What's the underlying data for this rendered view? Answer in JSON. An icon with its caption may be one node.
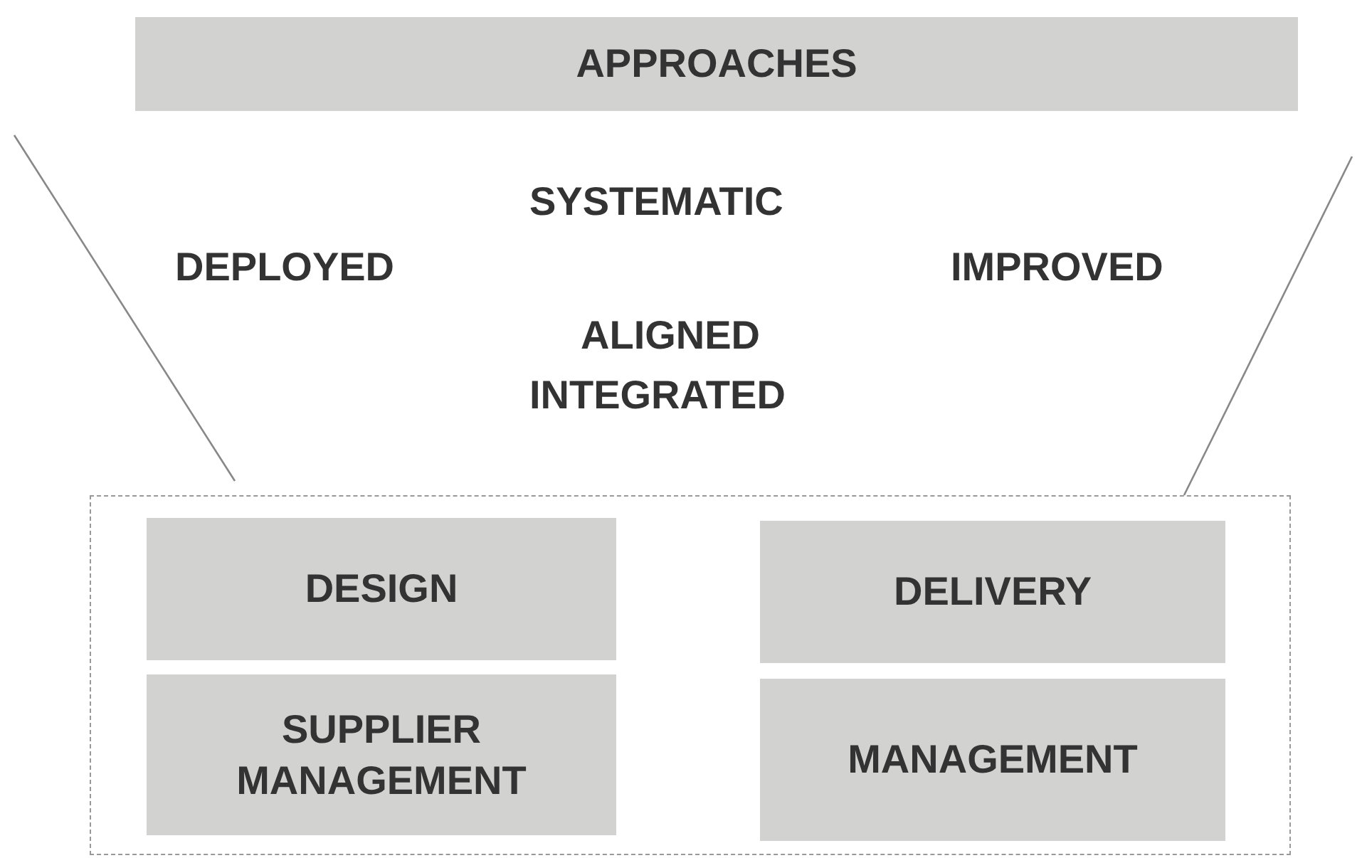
{
  "diagram": {
    "nodes": [
      {
        "text": [
          "APPROACHES"
        ]
      },
      {
        "text": [],
        "shape": "box"
      },
      {
        "text": [
          "DESIGN"
        ],
        "in": 1
      },
      {
        "text": [
          "SUPPLIER MANAGEMENT"
        ],
        "in": 1
      },
      {
        "text": [
          "DELIVERY"
        ],
        "in": 1
      },
      {
        "text": [
          "MANAGEMENT"
        ],
        "in": 1
      }
    ],
    "edges": [],
    "labels": [
      "SYSTEMATIC",
      "DEPLOYED",
      "IMPROVED",
      "ALIGNED",
      "INTEGRATED"
    ]
  }
}
